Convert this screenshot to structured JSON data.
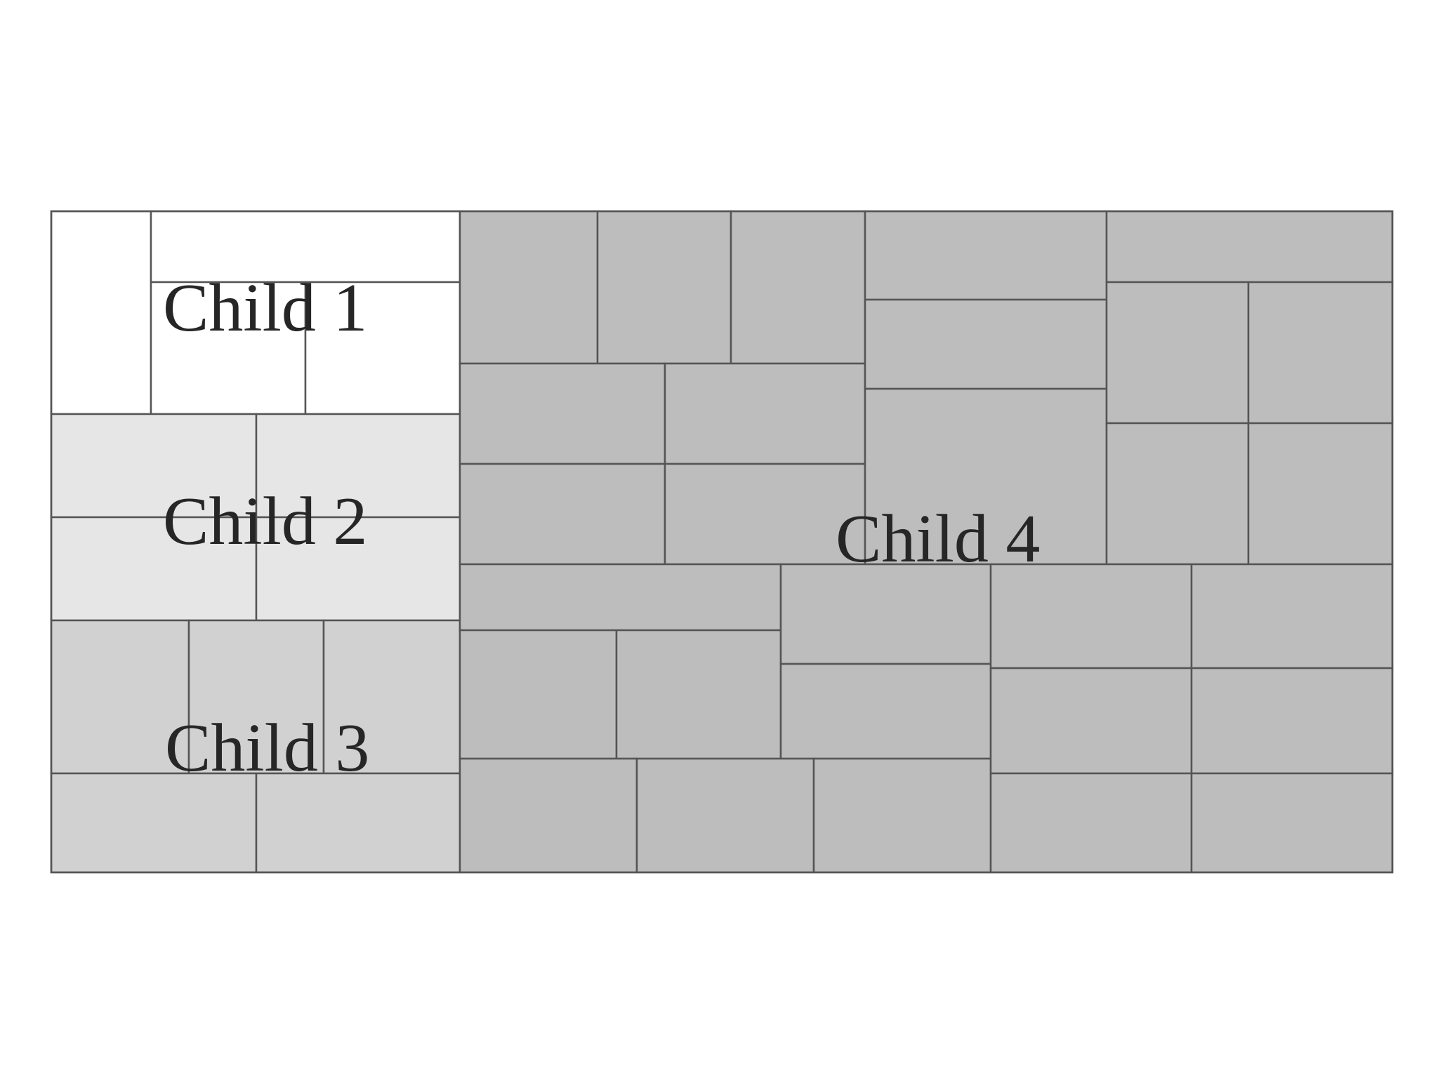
{
  "diagram": {
    "type": "treemap",
    "colors": {
      "child_1": "#ffffff",
      "child_2": "#e6e6e6",
      "child_3": "#d1d1d1",
      "child_4": "#bdbdbd",
      "stroke": "#555555",
      "label": "#262626"
    },
    "regions": [
      {
        "label": "Child 1",
        "fill_key": "child_1"
      },
      {
        "label": "Child 2",
        "fill_key": "child_2"
      },
      {
        "label": "Child 3",
        "fill_key": "child_3"
      },
      {
        "label": "Child 4",
        "fill_key": "child_4"
      }
    ]
  }
}
